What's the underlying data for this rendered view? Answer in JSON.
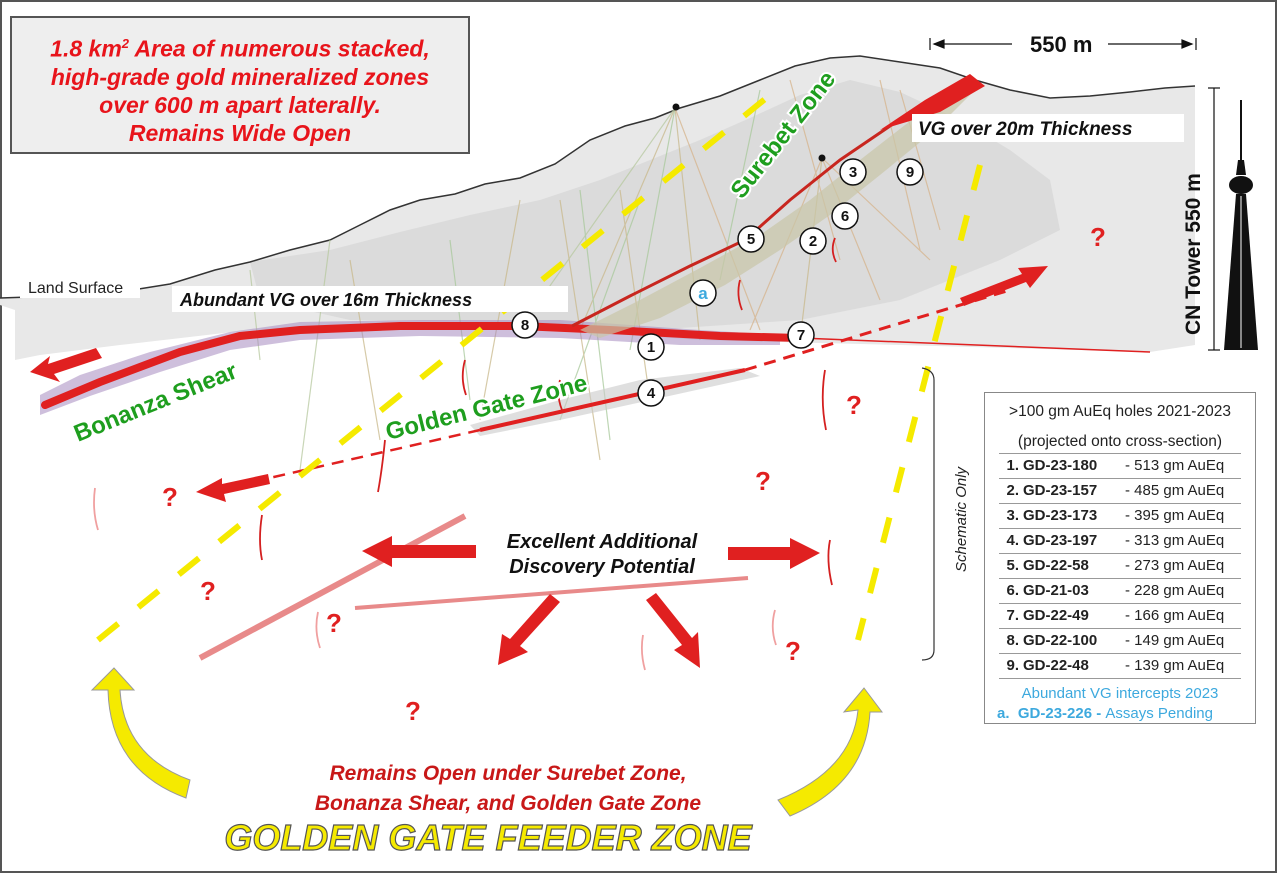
{
  "callout": {
    "line1a": "1.8 km",
    "line1sup": "2",
    "line1b": " Area of numerous stacked,",
    "line2": "high-grade gold mineralized zones",
    "line3": "over 600 m apart laterally.",
    "line4": "Remains Wide Open"
  },
  "scale": {
    "distance_label": "550 m",
    "tower_label": "CN Tower 550 m"
  },
  "labels": {
    "land_surface": "Land Surface",
    "vg_16m": "Abundant VG over 16m Thickness",
    "vg_20m": "VG over 20m Thickness",
    "surebet_zone": "Surebet Zone",
    "bonanza_shear": "Bonanza Shear",
    "golden_gate_zone": "Golden Gate Zone",
    "schematic_only": "Schematic Only",
    "discovery_line1": "Excellent Additional",
    "discovery_line2": "Discovery Potential",
    "remains_line1": "Remains Open under Surebet Zone,",
    "remains_line2": "Bonanza Shear, and Golden Gate Zone",
    "feeder_zone": "GOLDEN GATE FEEDER ZONE",
    "question": "?",
    "hole_a": "a"
  },
  "markers": [
    "1",
    "2",
    "3",
    "4",
    "5",
    "6",
    "7",
    "8",
    "9"
  ],
  "legend": {
    "title": ">100 gm AuEq holes 2021-2023",
    "subtitle": "(projected onto cross-section)",
    "holes": [
      {
        "num": "1.",
        "id": "GD-23-180",
        "value": "- 513 gm AuEq"
      },
      {
        "num": "2.",
        "id": "GD-23-157",
        "value": "- 485 gm AuEq"
      },
      {
        "num": "3.",
        "id": "GD-23-173",
        "value": "- 395 gm AuEq"
      },
      {
        "num": "4.",
        "id": "GD-23-197",
        "value": "- 313 gm AuEq"
      },
      {
        "num": "5.",
        "id": "GD-22-58",
        "value": "- 273 gm AuEq"
      },
      {
        "num": "6.",
        "id": "GD-21-03",
        "value": "- 228 gm AuEq"
      },
      {
        "num": "7.",
        "id": "GD-22-49",
        "value": "- 166 gm AuEq"
      },
      {
        "num": "8.",
        "id": "GD-22-100",
        "value": "- 149 gm AuEq"
      },
      {
        "num": "9.",
        "id": "GD-22-48",
        "value": "- 139 gm AuEq"
      }
    ],
    "vg_title": "Abundant VG intercepts 2023",
    "vg_entry_letter": "a.",
    "vg_entry_id": "GD-23-226 -",
    "vg_entry_status": "Assays Pending"
  },
  "colors": {
    "red_text": "#e8141b",
    "green_text": "#1e9e1e",
    "yellow": "#f5ea00",
    "shear_red": "#e02020",
    "purple": "#a58bbf",
    "blue_text": "#3da9de"
  }
}
